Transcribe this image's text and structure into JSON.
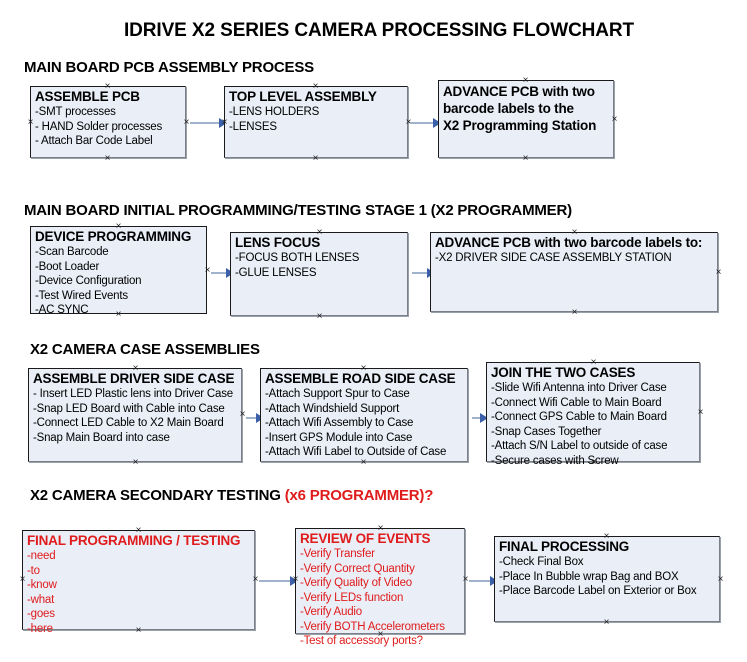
{
  "title": "IDRIVE X2  SERIES CAMERA PROCESSING FLOWCHART",
  "colors": {
    "box_fill": "#e9eef7",
    "box_border": "#1a1a1a",
    "connector": "#9fb4cc",
    "arrow": "#3b5fa8",
    "accent_red": "#e01b1b",
    "text": "#000000"
  },
  "sections": [
    {
      "heading": "MAIN BOARD PCB ASSEMBLY PROCESS",
      "heading_accent": "",
      "boxes": [
        {
          "head": "ASSEMBLE PCB",
          "lines": [
            "-SMT processes",
            "- HAND Solder processes",
            "- Attach Bar Code Label"
          ],
          "style": "black"
        },
        {
          "head": "TOP LEVEL ASSEMBLY",
          "lines": [
            "-LENS HOLDERS",
            "-LENSES"
          ],
          "style": "black"
        },
        {
          "head": "ADVANCE PCB with two",
          "lines": [
            "barcode labels to the",
            " X2 Programming Station"
          ],
          "style": "black-bold"
        }
      ]
    },
    {
      "heading": "MAIN BOARD INITIAL PROGRAMMING/TESTING STAGE 1 (X2 PROGRAMMER)",
      "heading_accent": "",
      "boxes": [
        {
          "head": "DEVICE PROGRAMMING",
          "lines": [
            "-Scan Barcode",
            "-Boot Loader",
            "-Device Configuration",
            "-Test Wired Events",
            "-AC SYNC"
          ],
          "style": "black"
        },
        {
          "head": "LENS FOCUS",
          "lines": [
            "-FOCUS BOTH LENSES",
            "-GLUE LENSES"
          ],
          "style": "black"
        },
        {
          "head": "ADVANCE PCB with two barcode labels to:",
          "lines": [
            "-X2 DRIVER  SIDE  CASE  ASSEMBLY STATION"
          ],
          "style": "black"
        }
      ]
    },
    {
      "heading": "X2 CAMERA CASE ASSEMBLIES",
      "heading_accent": "",
      "boxes": [
        {
          "head": "ASSEMBLE DRIVER SIDE CASE",
          "lines": [
            "- Insert LED Plastic lens into Driver Case",
            "-Snap LED Board with Cable into Case",
            "-Connect LED Cable to X2 Main Board",
            "-Snap Main Board into case"
          ],
          "style": "black"
        },
        {
          "head": "ASSEMBLE ROAD SIDE CASE",
          "lines": [
            "-Attach Support Spur to Case",
            "-Attach Windshield Support",
            "-Attach Wifi Assembly to Case",
            "-Insert GPS Module into Case",
            "-Attach Wifi Label to Outside of Case"
          ],
          "style": "black"
        },
        {
          "head": "JOIN THE TWO CASES",
          "lines": [
            "-Slide Wifi Antenna into Driver Case",
            "-Connect Wifi Cable to Main Board",
            "-Connect GPS Cable to Main Board",
            "-Snap Cases Together",
            "-Attach S/N Label to outside of case",
            "-Secure cases with Screw"
          ],
          "style": "black"
        }
      ]
    },
    {
      "heading": "X2 CAMERA SECONDARY TESTING ",
      "heading_accent": "(x6 PROGRAMMER)?",
      "boxes": [
        {
          "head": "FINAL PROGRAMMING / TESTING",
          "lines": [
            "-need",
            "-to",
            "-know",
            "-what",
            "-goes",
            "-here"
          ],
          "style": "red"
        },
        {
          "head": "REVIEW OF EVENTS",
          "lines": [
            "-Verify Transfer",
            "-Verify Correct Quantity",
            "-Verify Quality of Video",
            "-Verify LEDs function",
            "-Verify Audio",
            "-Verify BOTH Accelerometers",
            "-Test of accessory ports?"
          ],
          "style": "red"
        },
        {
          "head": "FINAL PROCESSING",
          "lines": [
            " -Check Final Box",
            "-Place In Bubble wrap Bag and BOX",
            "-Place Barcode Label on Exterior or Box"
          ],
          "style": "black"
        }
      ]
    }
  ]
}
